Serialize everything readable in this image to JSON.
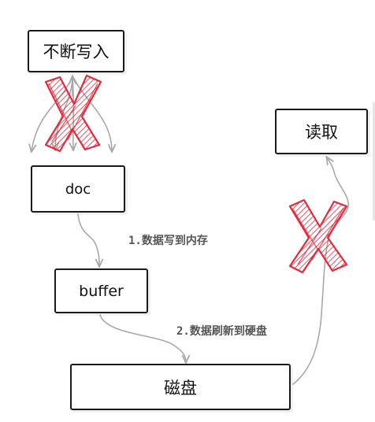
{
  "nodes": {
    "write": "不断写入",
    "doc": "doc",
    "buffer": "buffer",
    "disk": "磁盘",
    "read": "读取"
  },
  "edges": {
    "doc_to_buffer": "1.数据写到内存",
    "buffer_to_disk": "2.数据刷新到硬盘"
  },
  "colors": {
    "stroke": "#1a1a1a",
    "arrow": "#a8a8a8",
    "cross": "#e32a3c",
    "label": "#555555"
  },
  "icons": [
    "cross-mark-icon",
    "cross-mark-icon"
  ]
}
